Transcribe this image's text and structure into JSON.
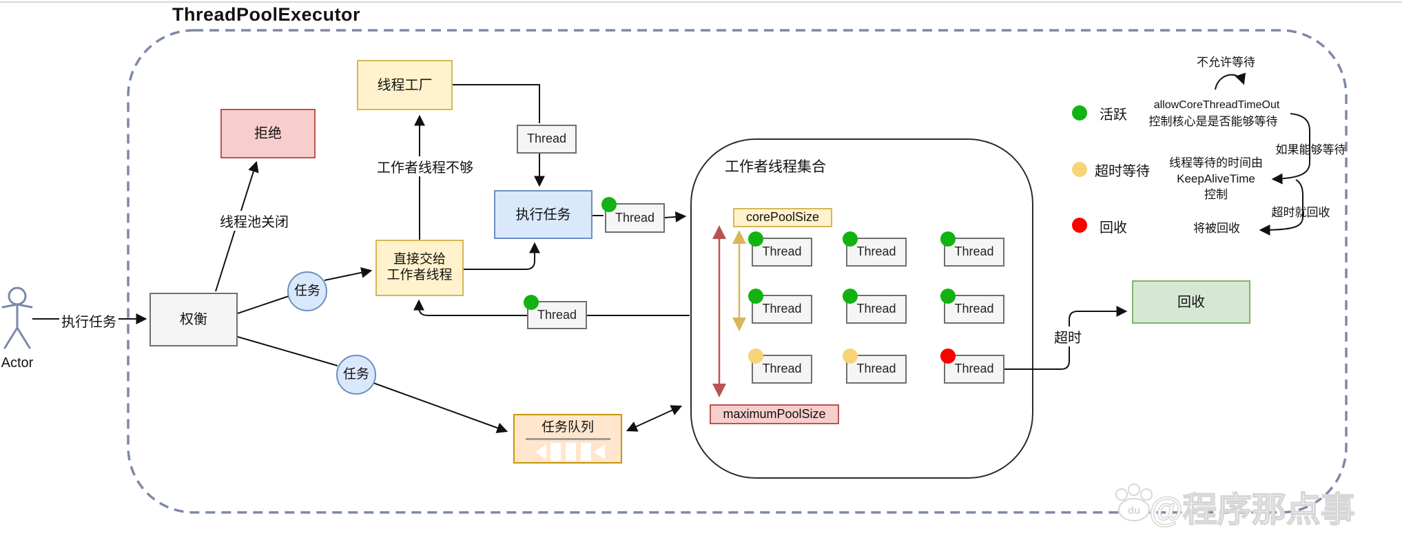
{
  "title": "ThreadPoolExecutor",
  "actor": {
    "label": "Actor",
    "action_label": "执行任务"
  },
  "nodes": {
    "weigh": "权衡",
    "reject": "拒绝",
    "thread_factory": "线程工厂",
    "execute_task": "执行任务",
    "handoff_line1": "直接交给",
    "handoff_line2": "工作者线程",
    "thread": "Thread",
    "task": "任务",
    "task_queue": "任务队列",
    "recycle": "回收"
  },
  "edge_labels": {
    "pool_closed": "线程池关闭",
    "not_enough_workers": "工作者线程不够",
    "timeout": "超时"
  },
  "worker_pool": {
    "title": "工作者线程集合",
    "core_pool_size": "corePoolSize",
    "maximum_pool_size": "maximumPoolSize",
    "threads": [
      {
        "label": "Thread",
        "status": "active"
      },
      {
        "label": "Thread",
        "status": "active"
      },
      {
        "label": "Thread",
        "status": "active"
      },
      {
        "label": "Thread",
        "status": "active"
      },
      {
        "label": "Thread",
        "status": "active"
      },
      {
        "label": "Thread",
        "status": "active"
      },
      {
        "label": "Thread",
        "status": "waiting"
      },
      {
        "label": "Thread",
        "status": "waiting"
      },
      {
        "label": "Thread",
        "status": "recycled"
      }
    ]
  },
  "legend": [
    {
      "label": "活跃",
      "status": "active"
    },
    {
      "label": "超时等待",
      "status": "waiting"
    },
    {
      "label": "回收",
      "status": "recycled"
    }
  ],
  "annotations": {
    "no_wait": "不允许等待",
    "allow_core": "allowCoreThreadTimeOut",
    "allow_core_desc": "控制核心是是否能够等待",
    "if_can_wait": "如果能够等待",
    "keepalive_line1": "线程等待的时间由",
    "keepalive_line2": "KeepAliveTime",
    "keepalive_line3": "控制",
    "timeout_recycle": "超时就回收",
    "will_recycle": "将被回收"
  },
  "watermark": {
    "text": "@程序那点事",
    "paw_text": "du"
  },
  "colors": {
    "status": {
      "active": "#12b212",
      "waiting": "#f7d478",
      "recycled": "#f50500"
    },
    "palette": {
      "yellow_fill": "#fff2cc",
      "yellow_stroke": "#d6b656",
      "blue_fill": "#dae8fc",
      "blue_stroke": "#6c8ebf",
      "pink_fill": "#f8cecc",
      "pink_stroke": "#b85450",
      "orange_fill": "#ffe6cc",
      "orange_stroke": "#c79405",
      "green_fill": "#d5e8d4",
      "green_stroke": "#82b366",
      "gray_fill": "#f5f5f5",
      "gray_stroke": "#666666",
      "dashed_border": "#7c89a6",
      "core_arrow": "#d9b55c",
      "max_arrow": "#b85450"
    }
  }
}
